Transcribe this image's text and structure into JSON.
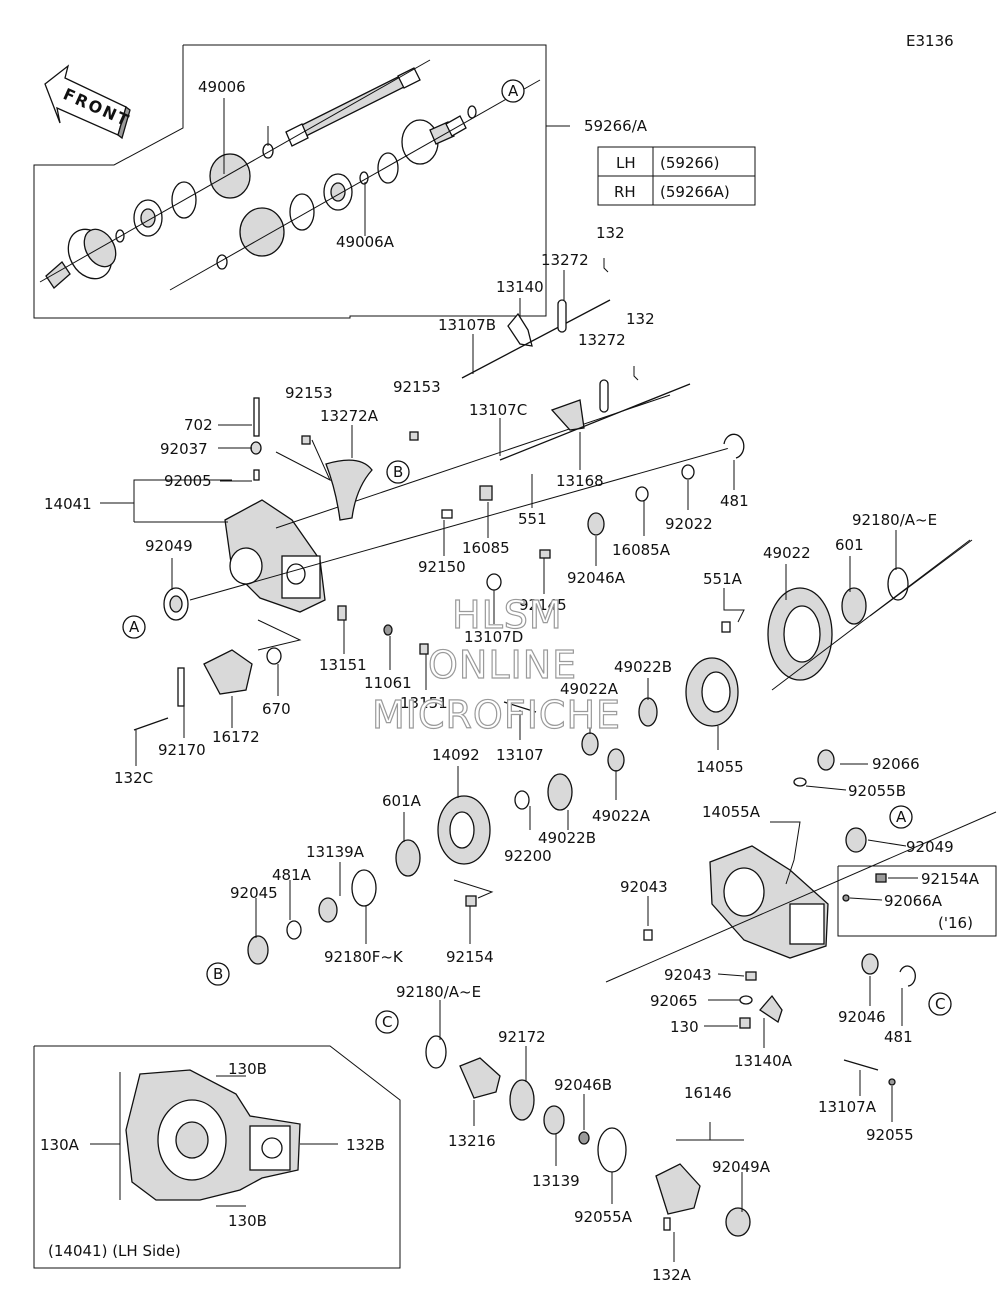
{
  "diagram_code": "E3136",
  "front_label": "FRONT",
  "watermark": {
    "line1": "HLSM",
    "line2": "ONLINE",
    "line3": "MICROFICHE"
  },
  "variant_table": [
    {
      "side": "LH",
      "code": "(59266)"
    },
    {
      "side": "RH",
      "code": "(59266A)"
    }
  ],
  "inset_caption": "(14041)  (LH Side)",
  "year_note": "('16)",
  "callouts": [
    "A",
    "B",
    "C"
  ],
  "parts": [
    "59266/A",
    "49006",
    "49006A",
    "132",
    "13272",
    "13140",
    "13107B",
    "13272A",
    "92153",
    "702",
    "92037",
    "92005",
    "14041",
    "92049",
    "13107C",
    "13168",
    "481",
    "92022",
    "551",
    "16085",
    "16085A",
    "92150",
    "92046A",
    "92145",
    "13107D",
    "13151",
    "11061",
    "670",
    "16172",
    "92170",
    "132C",
    "92180/A~E",
    "601",
    "49022",
    "551A",
    "49022B",
    "49022A",
    "14055",
    "13107",
    "14092",
    "601A",
    "13139A",
    "481A",
    "92045",
    "92180F~K",
    "92154",
    "92200",
    "92066",
    "92055B",
    "14055A",
    "92154A",
    "92066A",
    "92043",
    "92065",
    "130",
    "13140A",
    "92046",
    "13107A",
    "92055",
    "92172",
    "92046B",
    "13216",
    "13139",
    "92055A",
    "16146",
    "132A",
    "130B",
    "130A",
    "132B"
  ]
}
